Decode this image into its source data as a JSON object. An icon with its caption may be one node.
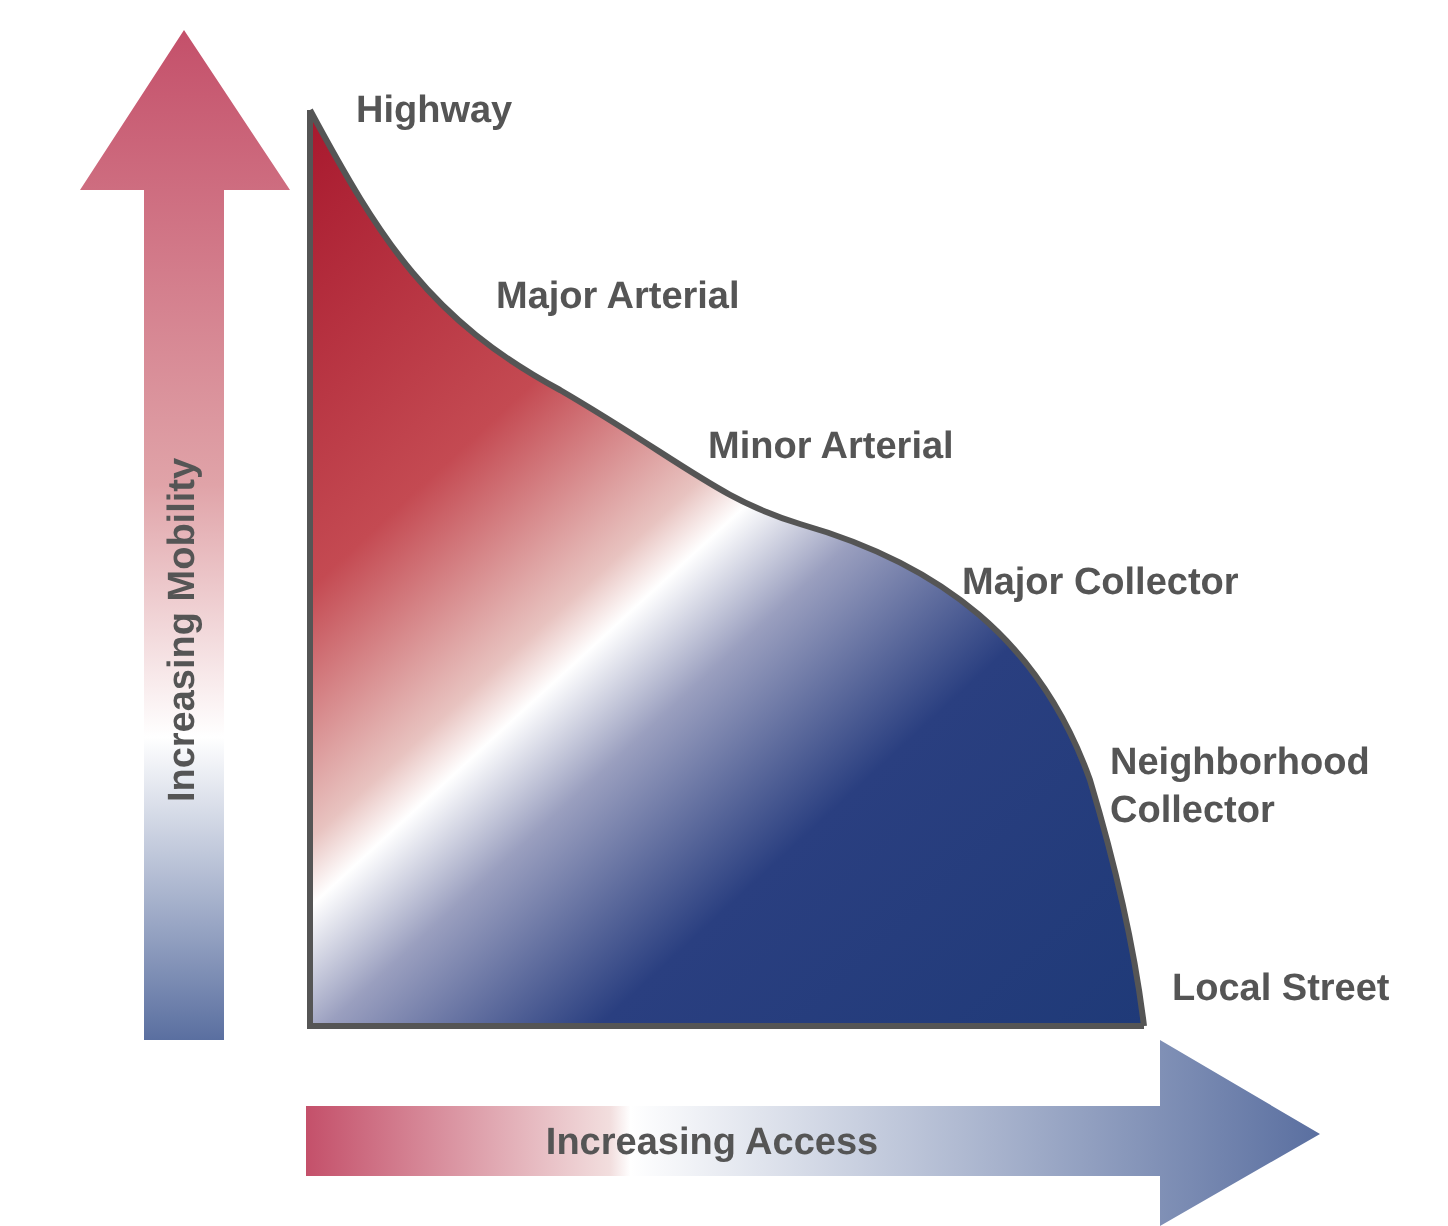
{
  "diagram": {
    "labels": [
      "Highway",
      "Major Arterial",
      "Minor Arterial",
      "Major Collector",
      "Increasing Mobility",
      "Neighborhood Collector",
      "Local Street",
      "Increasing Access"
    ]
  }
}
